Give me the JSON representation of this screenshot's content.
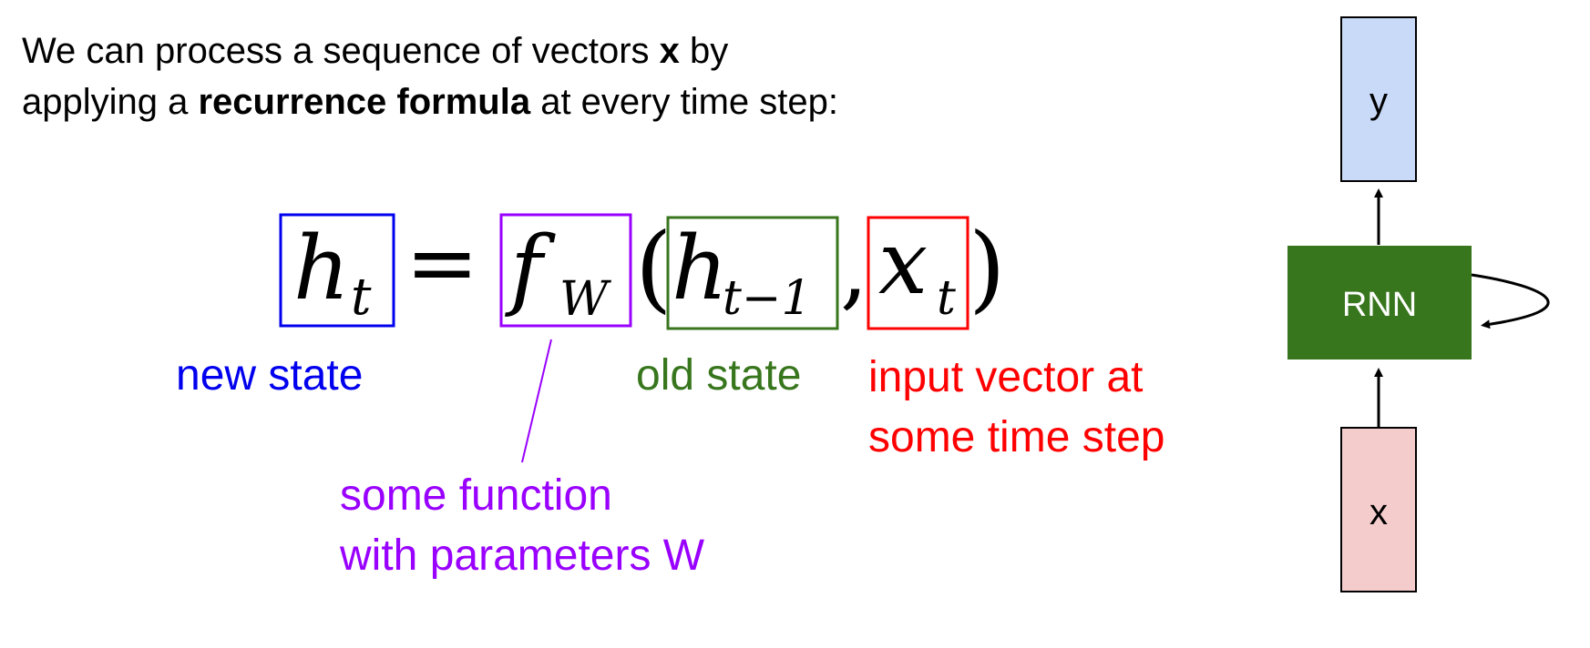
{
  "intro": {
    "line1_pre": "We can process a sequence of vectors ",
    "line1_bold": "x",
    "line1_post": " by",
    "line2_pre": "applying a ",
    "line2_bold": "recurrence formula",
    "line2_post": " at every time step:"
  },
  "formula": {
    "lhs_base": "h",
    "lhs_sub": "t",
    "equals": "=",
    "func_base": "f",
    "func_sub": "W",
    "open_paren": "(",
    "arg1_base": "h",
    "arg1_sub": "t−1",
    "comma": ",",
    "arg2_base": "x",
    "arg2_sub": "t",
    "close_paren": ")"
  },
  "labels": {
    "new_state": "new state",
    "old_state": "old state",
    "input_line1": "input vector at",
    "input_line2": "some time step",
    "function_line1": "some function",
    "function_line2": "with parameters W"
  },
  "rnn_diagram": {
    "output_label": "y",
    "cell_label": "RNN",
    "input_label": "x"
  },
  "colors": {
    "new_state": "#0000ee",
    "function": "#9900ff",
    "old_state": "#38761d",
    "input": "#ff0000",
    "rnn_cell": "#38761d",
    "output_box": "#c9daf8",
    "input_box": "#f4cccc"
  }
}
